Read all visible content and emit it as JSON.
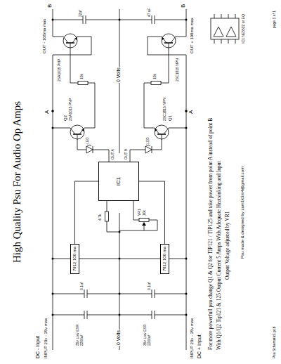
{
  "diagram": {
    "title": "High Quality Psu For Audio Op Amps",
    "nodes": [
      {
        "text": [
          "7912 100 ma"
        ]
      },
      {
        "text": [
          "IC1"
        ]
      },
      {
        "text": [
          "7812 100 ma"
        ]
      },
      {
        "text": [
          "IC1 NE5532 or EQ"
        ]
      }
    ],
    "edges": [
      {
        "from": 0,
        "to": 1,
        "arrow": "none"
      },
      {
        "from": 2,
        "to": 1,
        "arrow": "none"
      }
    ],
    "labels": [
      "DC - Input",
      "INPUT 20v - 35v max",
      "35v Low ESR 2200uf",
      "0.1uf",
      "0 Volts",
      "35v Low ESR 2200uf",
      "0.1uf",
      "INPUT 20v - 35v max",
      "DC + Input",
      "4.7k",
      "VR1",
      "10k",
      "OUT A",
      "OUT B",
      "LED",
      "LED",
      "Q2",
      "2SA1015 PNP",
      "2SC1815 NPN",
      "Q1",
      "A",
      "A",
      "10k",
      "10k",
      "2SA1015 PNP",
      "2SC1815 NPN",
      "0 Volts",
      "OUT - 100ma max",
      "B",
      "22uf",
      "47 uF",
      "OUT + 100ma max",
      "B",
      "For more powerfull psu change Q1 & Q2 for TIP121 / TIP125 and take power from point A instead of point B",
      "With Q1/Q2 Tip121 & 125 Output Current 5 Amps With Adequate Heatsinking and Input",
      "Output Voltage adjusted by VR1",
      "Psu made & designed by zam1k3m4@gmail.com",
      "Psu Schematic1.pcb",
      "page 1 of 1"
    ]
  }
}
